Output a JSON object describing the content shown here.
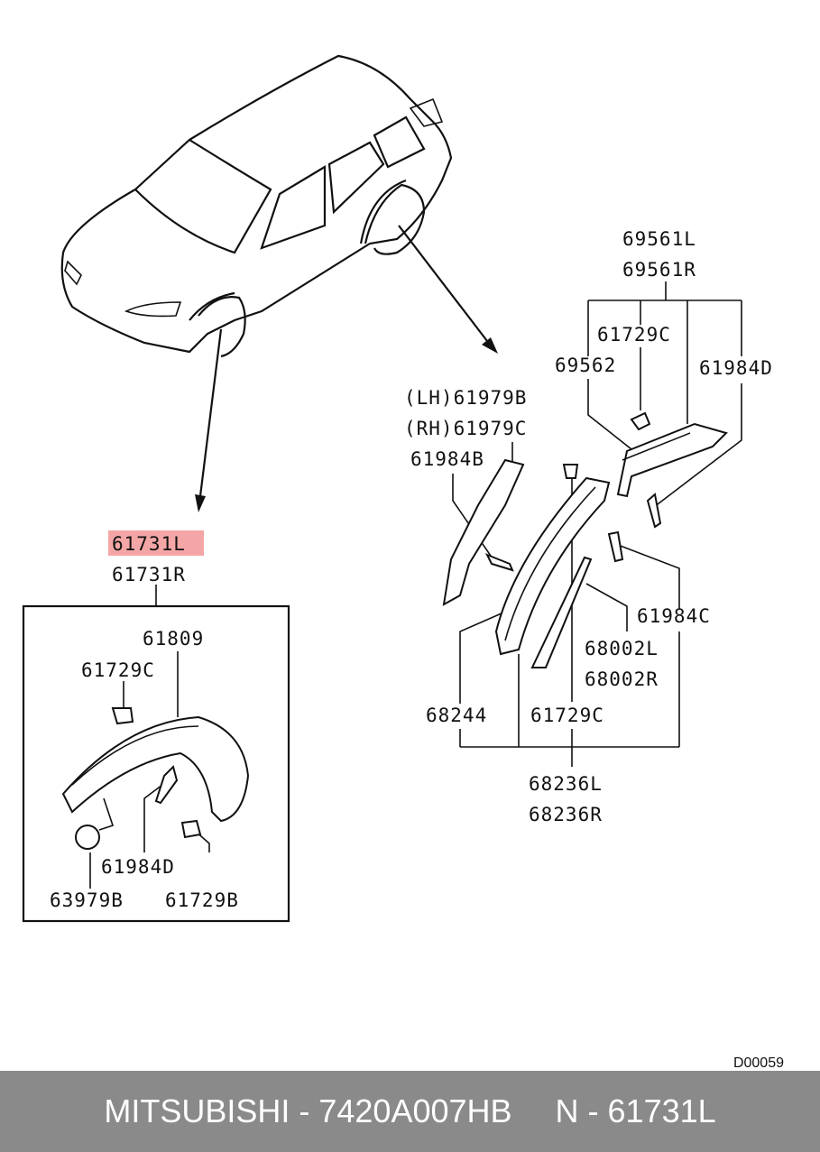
{
  "labels": {
    "p69561L": "69561L",
    "p69561R": "69561R",
    "p61729C_top": "61729C",
    "p69562": "69562",
    "p61984D_top": "61984D",
    "lh_61979B": "(LH)61979B",
    "rh_61979C": "(RH)61979C",
    "p61984B": "61984B",
    "p61984C": "61984C",
    "p68002L": "68002L",
    "p68002R": "68002R",
    "p68244": "68244",
    "p61729C_mid": "61729C",
    "p68236L": "68236L",
    "p68236R": "68236R",
    "p61731L": "61731L",
    "p61731R": "61731R",
    "p61809": "61809",
    "p61729C_left": "61729C",
    "p61984D_left": "61984D",
    "p63979B": "63979B",
    "p61729B": "61729B"
  },
  "highlight_color": "#f4a6a6",
  "diagram_code": "D00059",
  "footer": {
    "brand": "MITSUBISHI - 7420A007HB",
    "part": "N - 61731L"
  }
}
